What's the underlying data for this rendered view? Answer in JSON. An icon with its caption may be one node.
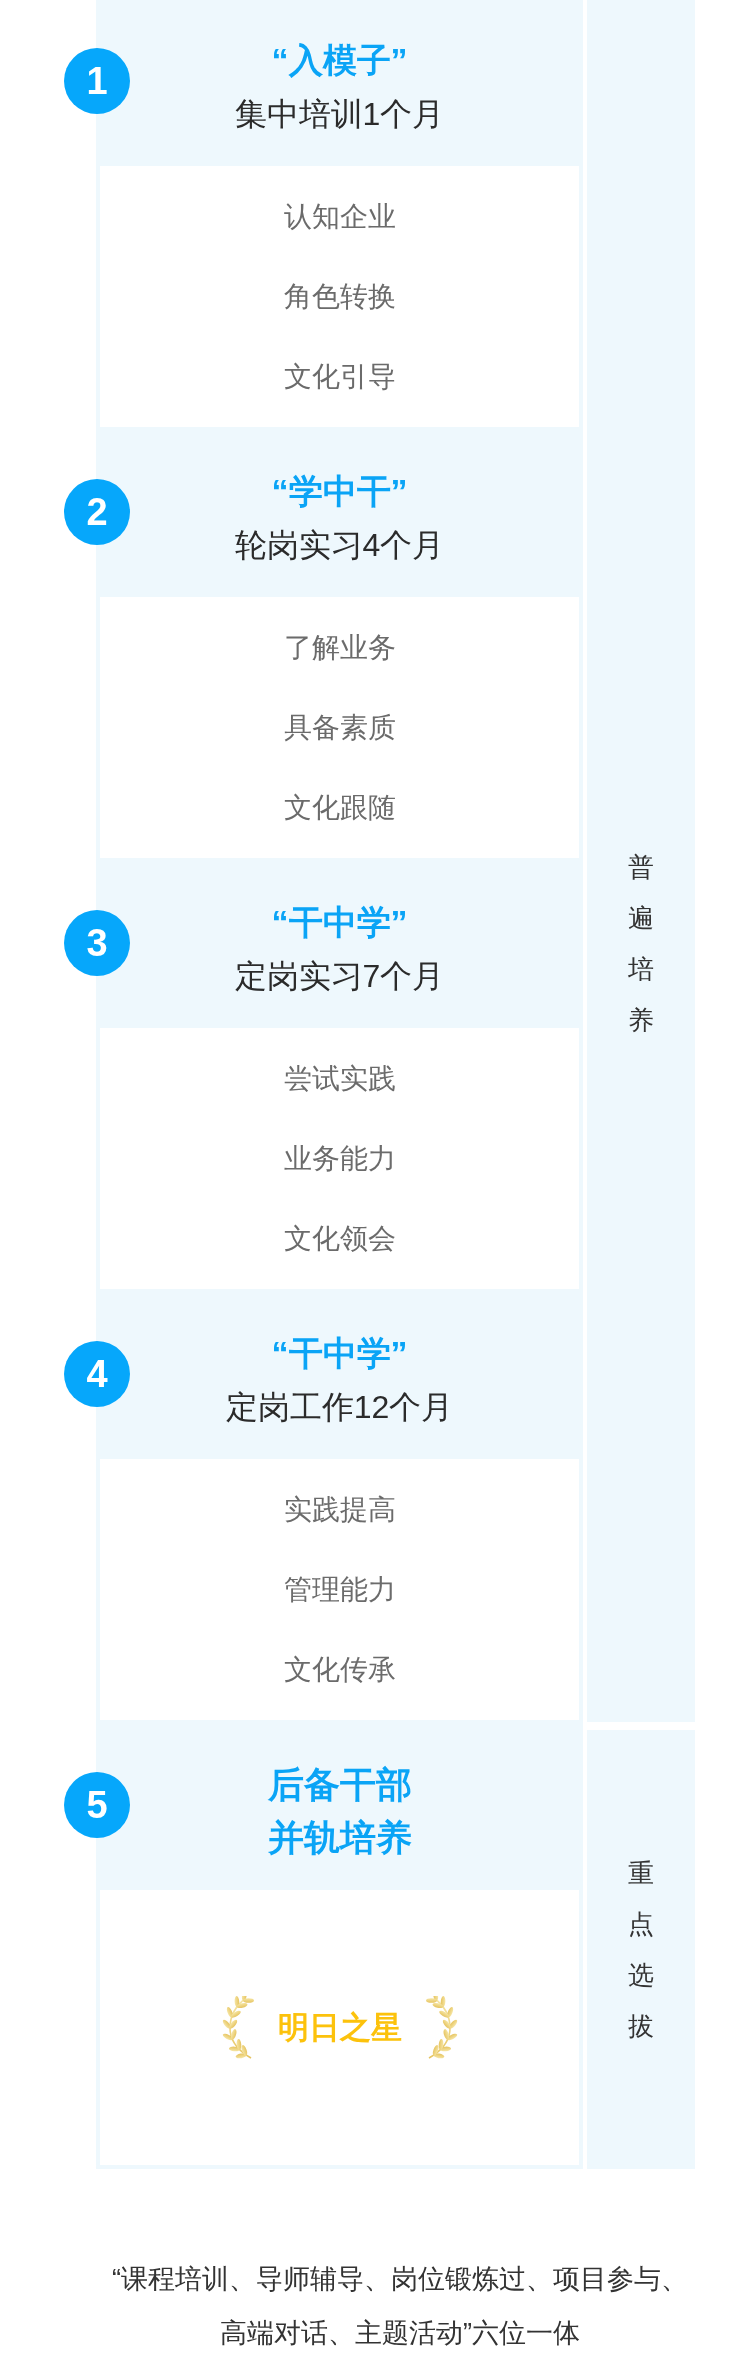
{
  "diagram": {
    "nodes": [
      {
        "text": [
          "1"
        ]
      },
      {
        "text": [
          "“入模子”",
          "集中培训1个月"
        ]
      },
      {
        "text": [
          "认知企业",
          "角色转换",
          "文化引导"
        ]
      },
      {
        "text": [
          "2"
        ]
      },
      {
        "text": [
          "“学中干”",
          "轮岗实习4个月"
        ]
      },
      {
        "text": [
          "了解业务",
          "具备素质",
          "文化跟随"
        ]
      },
      {
        "text": [
          "3"
        ]
      },
      {
        "text": [
          "“干中学”",
          "定岗实习7个月"
        ]
      },
      {
        "text": [
          "尝试实践",
          "业务能力",
          "文化领会"
        ]
      },
      {
        "text": [
          "4"
        ]
      },
      {
        "text": [
          "“干中学”",
          "定岗工作12个月"
        ]
      },
      {
        "text": [
          "实践提高",
          "管理能力",
          "文化传承"
        ]
      },
      {
        "text": [
          "5"
        ]
      },
      {
        "text": [
          "后备干部",
          "并轨培养"
        ]
      },
      {
        "text": [
          "明日之星"
        ]
      },
      {
        "text": [
          "普遍培养"
        ]
      },
      {
        "text": [
          "重点选拔"
        ]
      }
    ],
    "caption": "“课程培训、导师辅导、岗位锻炼过、项目参与、高端对话、主题活动”六位一体"
  }
}
